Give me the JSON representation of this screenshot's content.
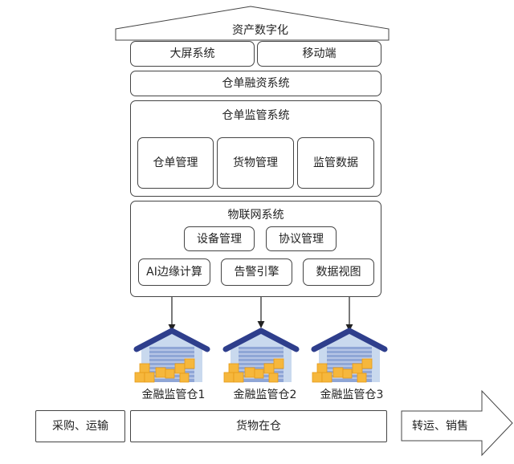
{
  "top_banner": {
    "label": "资产数字化"
  },
  "top_row": {
    "left": "大屏系统",
    "right": "移动端"
  },
  "receipt_financing": {
    "label": "仓单融资系统"
  },
  "supervision": {
    "title": "仓单监管系统",
    "items": [
      "仓单管理",
      "货物管理",
      "监管数据"
    ]
  },
  "iot": {
    "title": "物联网系统",
    "row1": [
      "设备管理",
      "协议管理"
    ],
    "row2": [
      "AI边缘计算",
      "告警引擎",
      "数据视图"
    ]
  },
  "warehouses": [
    {
      "label": "金融监管仓1"
    },
    {
      "label": "金融监管仓2"
    },
    {
      "label": "金融监管仓3"
    }
  ],
  "flow": {
    "left": "采购、运输",
    "center": "货物在仓",
    "right": "转运、销售"
  },
  "colors": {
    "roof": "#2e3e8c",
    "roof_edge": "#3f51a5",
    "warehouse_wall": "#c9d9ee",
    "shutter": "#8fa6d6",
    "shutter_line": "#dfe7f5",
    "box": "#f6b73c",
    "box_edge": "#e59a18",
    "line": "#444444"
  }
}
